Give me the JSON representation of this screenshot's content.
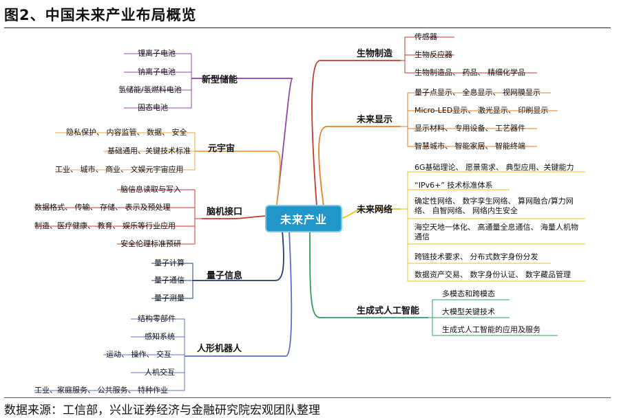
{
  "figure": {
    "title": "图2、中国未来产业布局概览",
    "source": "数据来源：工信部，兴业证券经济与金融研究院宏观团队整理"
  },
  "center": "未来产业",
  "branches": {
    "new_energy_storage": {
      "label": "新型储能",
      "color": "#8e44ad",
      "leaves": [
        "锂离子电池",
        "钠离子电池",
        "氢储能/氢燃料电池",
        "固态电池"
      ]
    },
    "metaverse": {
      "label": "元宇宙",
      "color": "#e8a33d",
      "leaves": [
        "隐私保护、 内容监管、 数据、 安全",
        "基础通用、关键技术标准",
        "工业、 城市、 商业、 文娱元宇宙应用"
      ]
    },
    "bci": {
      "label": "脑机接口",
      "color": "#c0392b",
      "leaves": [
        "脑信息读取与写入",
        "数据格式、 传输、 存储、 表示及预处理",
        "制造、医疗健康、 教育、 娱乐等行业应用",
        "安全伦理标准预研"
      ]
    },
    "quantum": {
      "label": "量子信息",
      "color": "#1f3a7a",
      "leaves": [
        "量子计算",
        "量子通信",
        "量子测量"
      ]
    },
    "humanoid": {
      "label": "人形机器人",
      "color": "#5b6cc9",
      "leaves": [
        "结构零部件",
        "感知系统",
        "运动、 操作、 交互",
        "人机交互",
        "工业、家庭服务、 公共服务、 特种作业"
      ]
    },
    "biomanufacturing": {
      "label": "生物制造",
      "color": "#c0392b",
      "leaves": [
        "传感器",
        "生物反应器",
        "生物制造品、 药品、 精细化学品"
      ]
    },
    "future_display": {
      "label": "未来显示",
      "color": "#e67e22",
      "leaves": [
        "量子点显示、 全息显示、 视网膜显示",
        "Micro-LED显示、 激光显示、 印刷显示",
        "显示材料、 专用设备、 工艺器件",
        "智慧城市、 智能家居、 智能终端"
      ]
    },
    "future_network": {
      "label": "未来网络",
      "color": "#e5c21a",
      "leaves": [
        "6G基础理论、 愿景需求、 典型应用、关键能力",
        "“IPv6+” 技术标准体系",
        "确定性网络、 数字孪生网络、 算网融合/算力网络、 自智网络、 网络内生安全",
        "海空天地一体化、 高通量全息通信、 海量人机物通信",
        "跨链技术要求、 分布式数字身份分发",
        "数据资产交易、 数字身份认证、 数字藏品管理"
      ]
    },
    "genai": {
      "label": "生成式人工智能",
      "color": "#2e9e5b",
      "leaves": [
        "多模态和跨模态",
        "大模型关键技术",
        "生成式人工智能的应用及服务"
      ]
    }
  }
}
